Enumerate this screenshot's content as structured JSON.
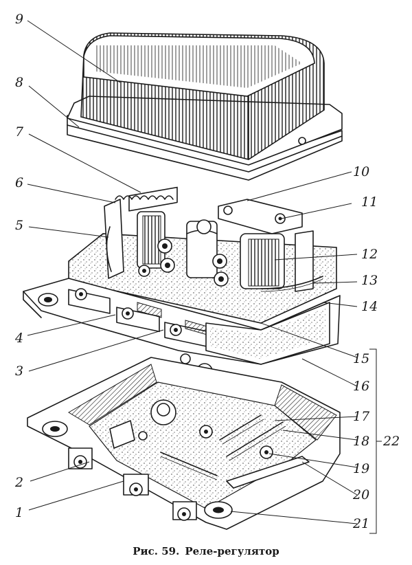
{
  "caption": {
    "figure_label": "Рис. 59.",
    "title": "Реле-регулятор"
  },
  "callouts": [
    {
      "id": "c1",
      "label": "1"
    },
    {
      "id": "c2",
      "label": "2"
    },
    {
      "id": "c3",
      "label": "3"
    },
    {
      "id": "c4",
      "label": "4"
    },
    {
      "id": "c5",
      "label": "5"
    },
    {
      "id": "c6",
      "label": "6"
    },
    {
      "id": "c7",
      "label": "7"
    },
    {
      "id": "c8",
      "label": "8"
    },
    {
      "id": "c9",
      "label": "9"
    },
    {
      "id": "c10",
      "label": "10"
    },
    {
      "id": "c11",
      "label": "11"
    },
    {
      "id": "c12",
      "label": "12"
    },
    {
      "id": "c13",
      "label": "13"
    },
    {
      "id": "c14",
      "label": "14"
    },
    {
      "id": "c15",
      "label": "15"
    },
    {
      "id": "c16",
      "label": "16"
    },
    {
      "id": "c17",
      "label": "17"
    },
    {
      "id": "c18",
      "label": "18"
    },
    {
      "id": "c19",
      "label": "19"
    },
    {
      "id": "c20",
      "label": "20"
    },
    {
      "id": "c21",
      "label": "21"
    },
    {
      "id": "c22",
      "label": "22"
    }
  ]
}
